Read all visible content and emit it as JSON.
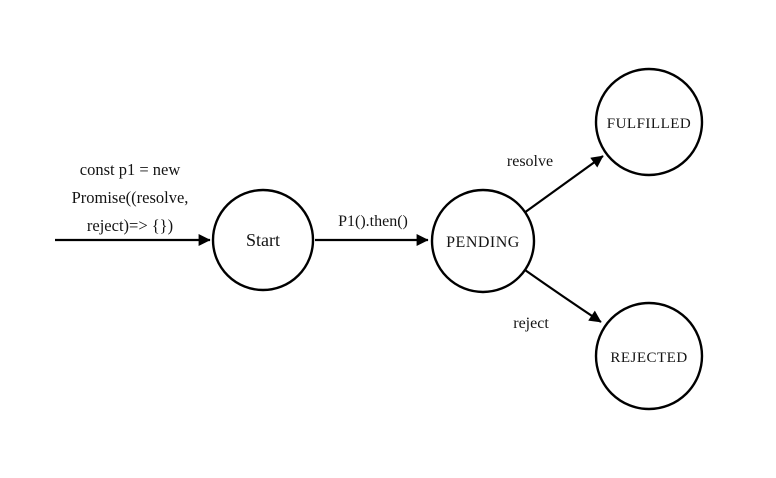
{
  "diagram": {
    "title_implicit": "Promise state diagram",
    "background_color": "#ffffff",
    "stroke_color": "#000000",
    "text_color": "#141414",
    "annotation": {
      "lines": [
        "const p1 = new",
        "Promise((resolve,",
        "reject)=> {})"
      ]
    },
    "nodes": {
      "start": {
        "label": "Start"
      },
      "pending": {
        "label": "PENDING"
      },
      "fulfilled": {
        "label": "FULFILLED"
      },
      "rejected": {
        "label": "REJECTED"
      }
    },
    "edges": {
      "then_label": "P1().then()",
      "resolve_label": "resolve",
      "reject_label": "reject"
    }
  }
}
